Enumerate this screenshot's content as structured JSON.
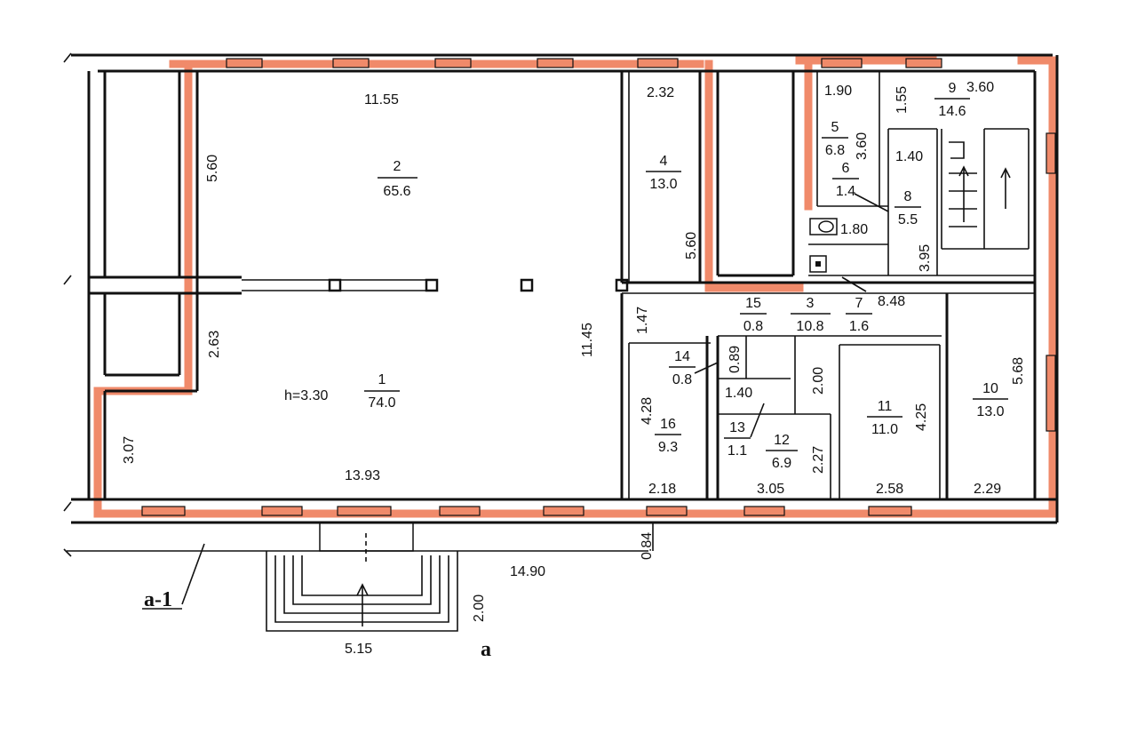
{
  "colors": {
    "wall": "#111111",
    "highlight": "#f08a6a"
  },
  "rooms": [
    {
      "number": "1",
      "area": "74.0"
    },
    {
      "number": "2",
      "area": "65.6"
    },
    {
      "number": "3",
      "area": "10.8"
    },
    {
      "number": "4",
      "area": "13.0"
    },
    {
      "number": "5",
      "area": "6.8"
    },
    {
      "number": "6",
      "area": "1.4"
    },
    {
      "number": "7",
      "area": "1.6"
    },
    {
      "number": "8",
      "area": "5.5"
    },
    {
      "number": "9",
      "area": "14.6"
    },
    {
      "number": "10",
      "area": "13.0"
    },
    {
      "number": "11",
      "area": "11.0"
    },
    {
      "number": "12",
      "area": "6.9"
    },
    {
      "number": "13",
      "area": "1.1"
    },
    {
      "number": "14",
      "area": "0.8"
    },
    {
      "number": "15",
      "area": "0.8"
    },
    {
      "number": "16",
      "area": "9.3"
    }
  ],
  "ceiling_height": "h=3.30",
  "dimensions": [
    "11.55",
    "5.60",
    "2.32",
    "5.60",
    "1.90",
    "1.55",
    "3.60",
    "3.60",
    "1.40",
    "1.80",
    "3.95",
    "8.48",
    "1.47",
    "11.45",
    "2.63",
    "3.07",
    "13.93",
    "0.89",
    "1.40",
    "2.00",
    "4.28",
    "4.25",
    "5.68",
    "2.18",
    "3.05",
    "2.27",
    "2.58",
    "2.29",
    "0.84",
    "14.90",
    "2.00",
    "5.15"
  ],
  "section_labels": {
    "section_line": "а-1",
    "entrance": "а"
  }
}
